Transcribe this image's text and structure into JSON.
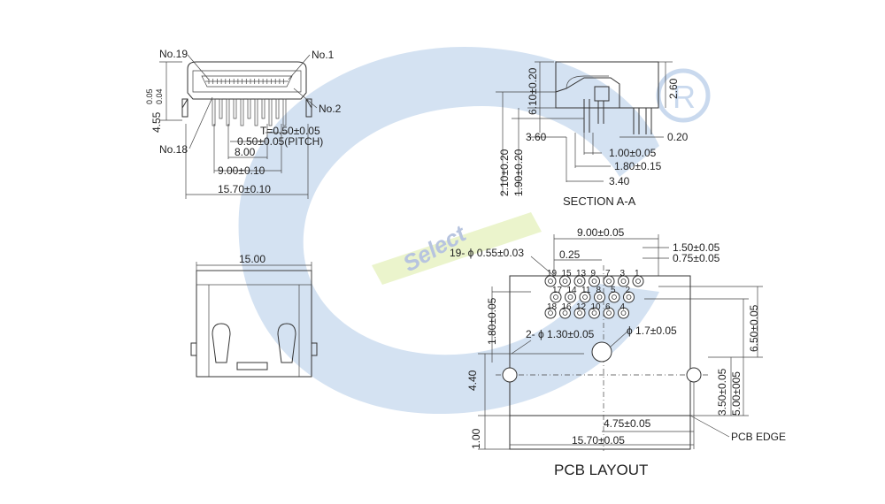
{
  "watermark": {
    "brand_text": "Select",
    "registered_mark": "R",
    "colors": {
      "swoosh": "#cdddf0",
      "band": "#e9f3c6",
      "brand": "#b7c4df"
    }
  },
  "front_view": {
    "pin19": "No.19",
    "pin1": "No.1",
    "pin2": "No.2",
    "pin18": "No.18",
    "height": "4.55",
    "height_tol_upper": "0.05",
    "height_tol_lower": "0.04",
    "thickness": "T=0.50±0.05",
    "pitch": "0.50±0.05(PITCH)",
    "dim_800": "8.00",
    "dim_900": "9.00±0.10",
    "dim_1570": "15.70±0.10"
  },
  "section_view": {
    "dim_610": "6.10±0.20",
    "dim_260": "2.60",
    "dim_360": "3.60",
    "dim_020": "0.20",
    "dim_210": "2.10±0.20",
    "dim_190": "1.90±0.20",
    "dim_100": "1.00±0.05",
    "dim_180": "1.80±0.15",
    "dim_340": "3.40",
    "title": "SECTION A-A"
  },
  "top_view": {
    "width": "15.00"
  },
  "pcb_layout": {
    "title": "PCB LAYOUT",
    "dim_900": "9.00±0.05",
    "dim_150": "1.50±0.05",
    "dim_075": "0.75±0.05",
    "dim_025": "0.25",
    "holes_small": "19- ϕ 0.55±0.03",
    "dim_180": "1.80±0.05",
    "holes_mount": "2- ϕ 1.30±0.05",
    "hole_center": "ϕ 1.7±0.05",
    "dim_440": "4.40",
    "dim_100": "1.00",
    "dim_475": "4.75±0.05",
    "dim_1570": "15.70±0.05",
    "dim_650": "6.50±0.05",
    "dim_350": "3.50±0.05",
    "dim_500": "5.00±005",
    "pcb_edge": "PCB EDGE",
    "pins_row1": [
      "19",
      "15",
      "13",
      "9",
      "7",
      "3",
      "1"
    ],
    "pins_row2": [
      "17",
      "14",
      "11",
      "8",
      "5",
      "2"
    ],
    "pins_row3": [
      "18",
      "16",
      "12",
      "10",
      "6",
      "4"
    ]
  }
}
